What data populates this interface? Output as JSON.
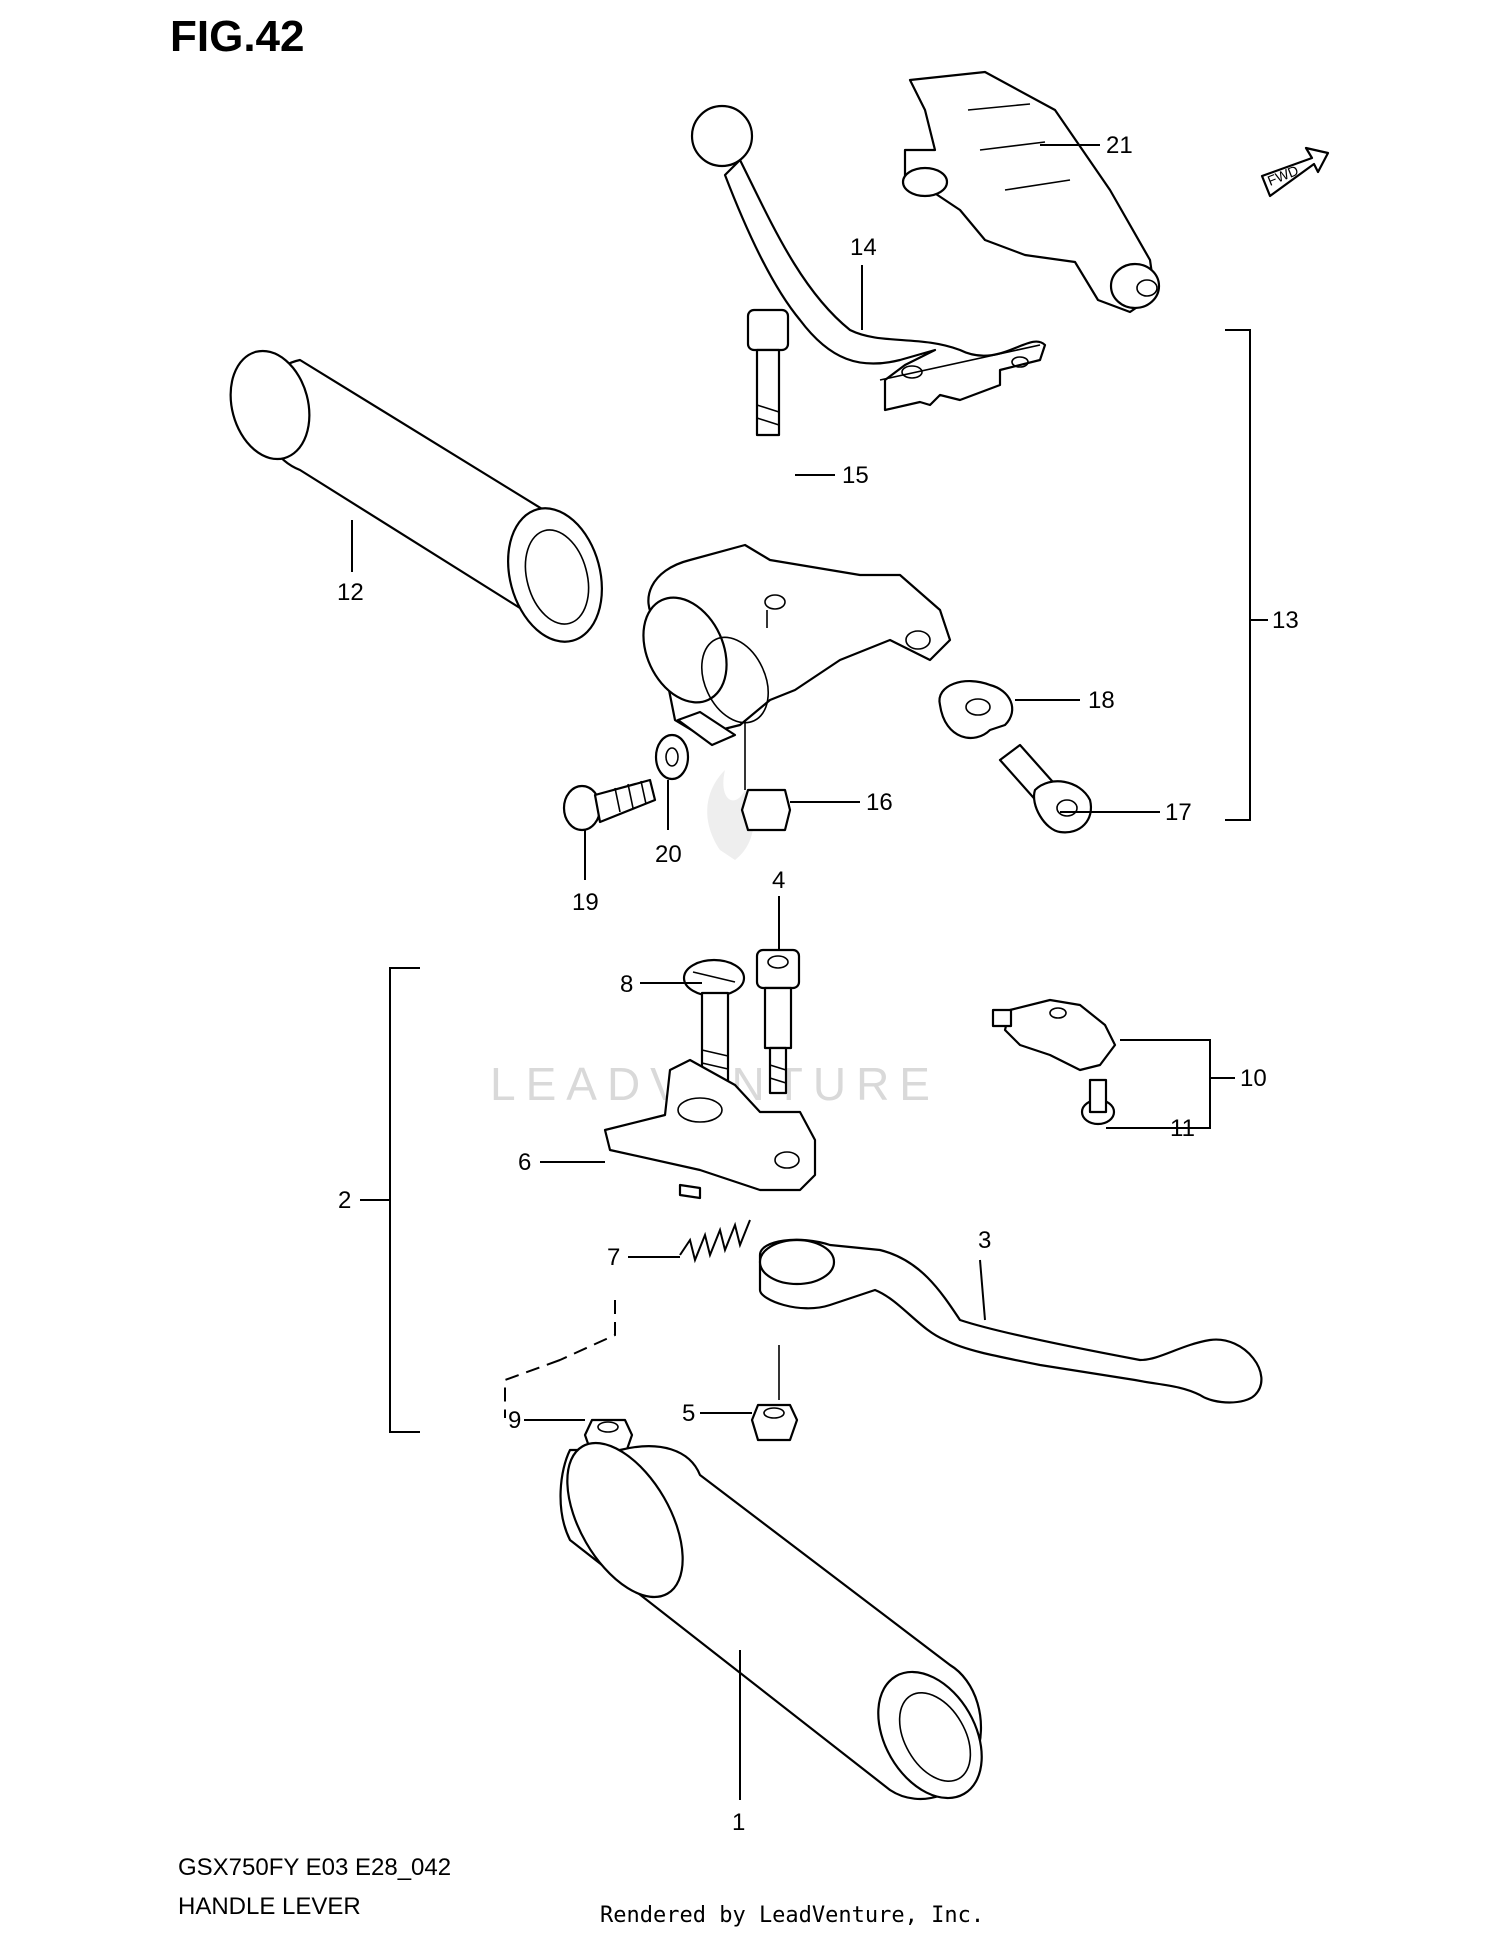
{
  "figure": {
    "title": "FIG.42",
    "model_code": "GSX750FY E03 E28_042",
    "subtitle": "HANDLE LEVER",
    "rendered_by": "Rendered by LeadVenture, Inc.",
    "watermark": "LEADVENTURE",
    "fwd_marker": "FWD"
  },
  "callouts": {
    "c1": "1",
    "c2": "2",
    "c3": "3",
    "c4": "4",
    "c5": "5",
    "c6": "6",
    "c7": "7",
    "c8": "8",
    "c9": "9",
    "c10": "10",
    "c11": "11",
    "c12": "12",
    "c13": "13",
    "c14": "14",
    "c15": "15",
    "c16": "16",
    "c17": "17",
    "c18": "18",
    "c19": "19",
    "c20": "20",
    "c21": "21"
  },
  "colors": {
    "line": "#000000",
    "background": "#ffffff",
    "watermark": "#d9d9d9"
  }
}
